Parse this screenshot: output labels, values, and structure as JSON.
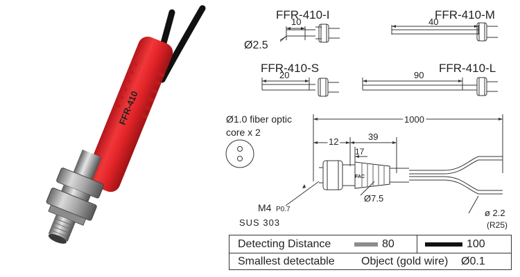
{
  "models": [
    {
      "name": "FFR-410-I",
      "dimension": "10",
      "diameter": "Ø2.5"
    },
    {
      "name": "FFR-410-M",
      "dimension": "40"
    },
    {
      "name": "FFR-410-S",
      "dimension": "20"
    },
    {
      "name": "FFR-410-L",
      "dimension": "90"
    }
  ],
  "photo": {
    "label": "FFR-410"
  },
  "main_drawing": {
    "fiber_label_line1": "Ø1.0  fiber optic",
    "fiber_label_line2": "core x 2",
    "total_length": "1000",
    "dim_12": "12",
    "dim_39": "39",
    "dim_17": "17",
    "dia_7_5": "Ø7.5",
    "thread": "M4",
    "pitch": "P0.7",
    "material": "SUS  303",
    "dia_2_2": "ø 2.2",
    "radius": "(R25)",
    "logo_text": "FAC"
  },
  "table": {
    "row1": {
      "label": "Detecting  Distance",
      "value_short": "80",
      "value_long": "100"
    },
    "row2": {
      "label": "Smallest  detectable",
      "object_label": "Object (gold wire)",
      "value": "Ø0.1"
    }
  },
  "colors": {
    "sleeve_red": "#e8262a",
    "cable_black": "#111111",
    "metal": "#a7a7a7",
    "bar_gray": "#8c8c8c",
    "bar_black": "#111111"
  }
}
